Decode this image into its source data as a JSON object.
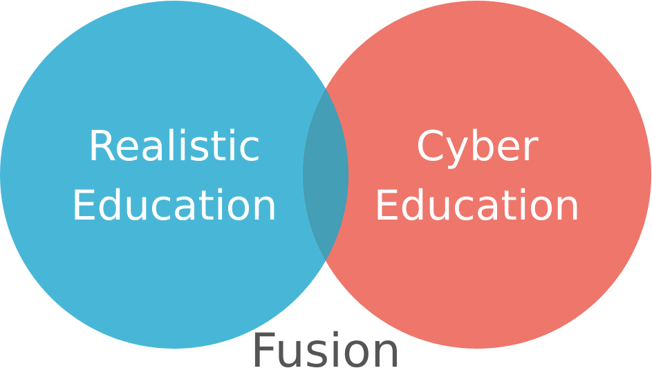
{
  "diagram": {
    "type": "venn",
    "left_set": {
      "lines": [
        "Realistic",
        "Education"
      ],
      "color": "#48B7D7"
    },
    "right_set": {
      "lines": [
        "Cyber",
        "Education"
      ],
      "color": "#EE766B"
    },
    "overlap_color": "#439EB6",
    "intersection_label": "Fusion",
    "intersection_label_color": "#555555"
  }
}
